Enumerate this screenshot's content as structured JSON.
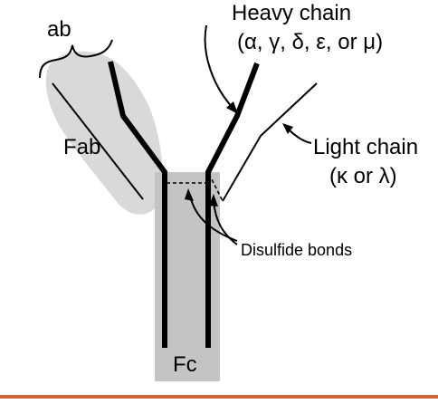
{
  "labels": {
    "ab": "ab",
    "fab": "Fab",
    "fc": "Fc",
    "heavy_chain": "Heavy chain",
    "heavy_chain_types": "(α, γ, δ, ε, or μ)",
    "light_chain": "Light chain",
    "light_chain_types": "(κ or λ)",
    "disulfide_bonds": "Disulfide bonds"
  },
  "colors": {
    "fab_region": "#d9d9d9",
    "fc_region": "#c4c4c4",
    "chain": "#000000",
    "bottom_rule": "#d0693a"
  }
}
